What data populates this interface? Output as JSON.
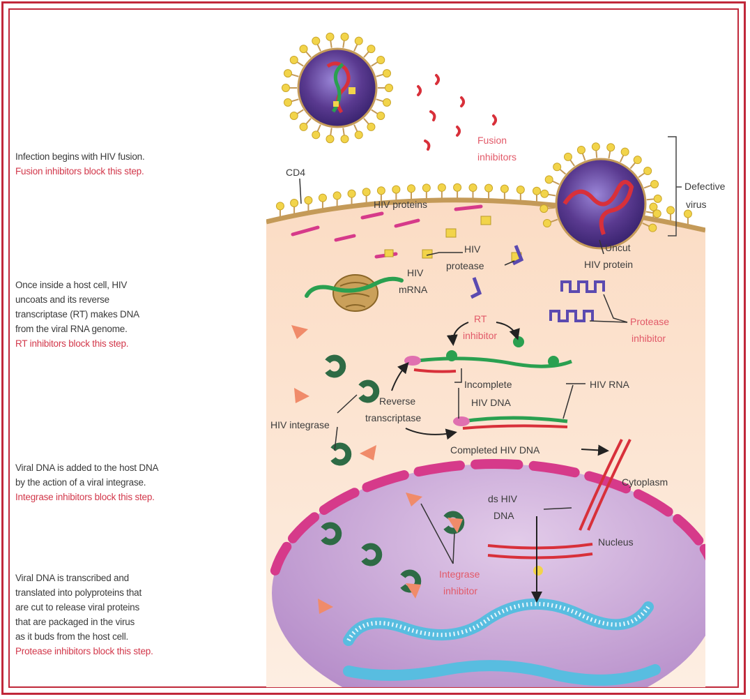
{
  "steps": [
    {
      "text": [
        "Infection begins with HIV fusion."
      ],
      "inhibitor": [
        "Fusion inhibitors block this step."
      ]
    },
    {
      "text": [
        "Once inside a host cell, HIV",
        "uncoats and its reverse",
        "transcriptase (RT) makes DNA",
        "from the viral RNA genome."
      ],
      "inhibitor": [
        "RT inhibitors block this step."
      ]
    },
    {
      "text": [
        "Viral DNA is added to the host DNA",
        "by the action of a viral integrase."
      ],
      "inhibitor": [
        "Integrase inhibitors block this step."
      ]
    },
    {
      "text": [
        "Viral DNA is transcribed and",
        "translated into polyproteins that",
        "are cut to release viral proteins",
        "that are packaged in the virus",
        "as it buds from the host cell."
      ],
      "inhibitor": [
        "Protease inhibitors block this step."
      ]
    }
  ],
  "labels": {
    "fusion_inhibitors": [
      "Fusion",
      "inhibitors"
    ],
    "cd4": "CD4",
    "defective_virus": [
      "Defective",
      "virus"
    ],
    "hiv_proteins": "HIV proteins",
    "hiv_mrna": [
      "HIV",
      "mRNA"
    ],
    "hiv_protease": [
      "HIV",
      "protease"
    ],
    "uncut_hiv_protein": [
      "Uncut",
      "HIV protein"
    ],
    "rt_inhibitor": [
      "RT",
      "inhibitor"
    ],
    "protease_inhibitor": [
      "Protease",
      "inhibitor"
    ],
    "incomplete_hiv_dna": [
      "Incomplete",
      "HIV DNA"
    ],
    "hiv_rna": "HIV RNA",
    "reverse_transcriptase": [
      "Reverse",
      "transcriptase"
    ],
    "hiv_integrase": "HIV integrase",
    "completed_hiv_dna": "Completed HIV DNA",
    "cytoplasm": "Cytoplasm",
    "ds_hiv_dna": [
      "ds HIV",
      "DNA"
    ],
    "nucleus": "Nucleus",
    "integrase_inhibitor": [
      "Integrase",
      "inhibitor"
    ]
  },
  "colors": {
    "frame": "#c0283a",
    "inhibitor_text": "#d2374a",
    "cytoplasm": "#fde6d2",
    "membrane": "#c49a58",
    "nucleus": "#c9a4d6",
    "nuclear_envelope": "#d63a8a",
    "virion": "#5a3a90",
    "spike": "#f2d44a",
    "rna_red": "#d8303a",
    "rna_green": "#2aa050",
    "integrase": "#2e6b45",
    "protease_purple": "#5b4ab0",
    "inhibitor_triangle": "#f08b6a",
    "host_dna": "#58bde0"
  }
}
